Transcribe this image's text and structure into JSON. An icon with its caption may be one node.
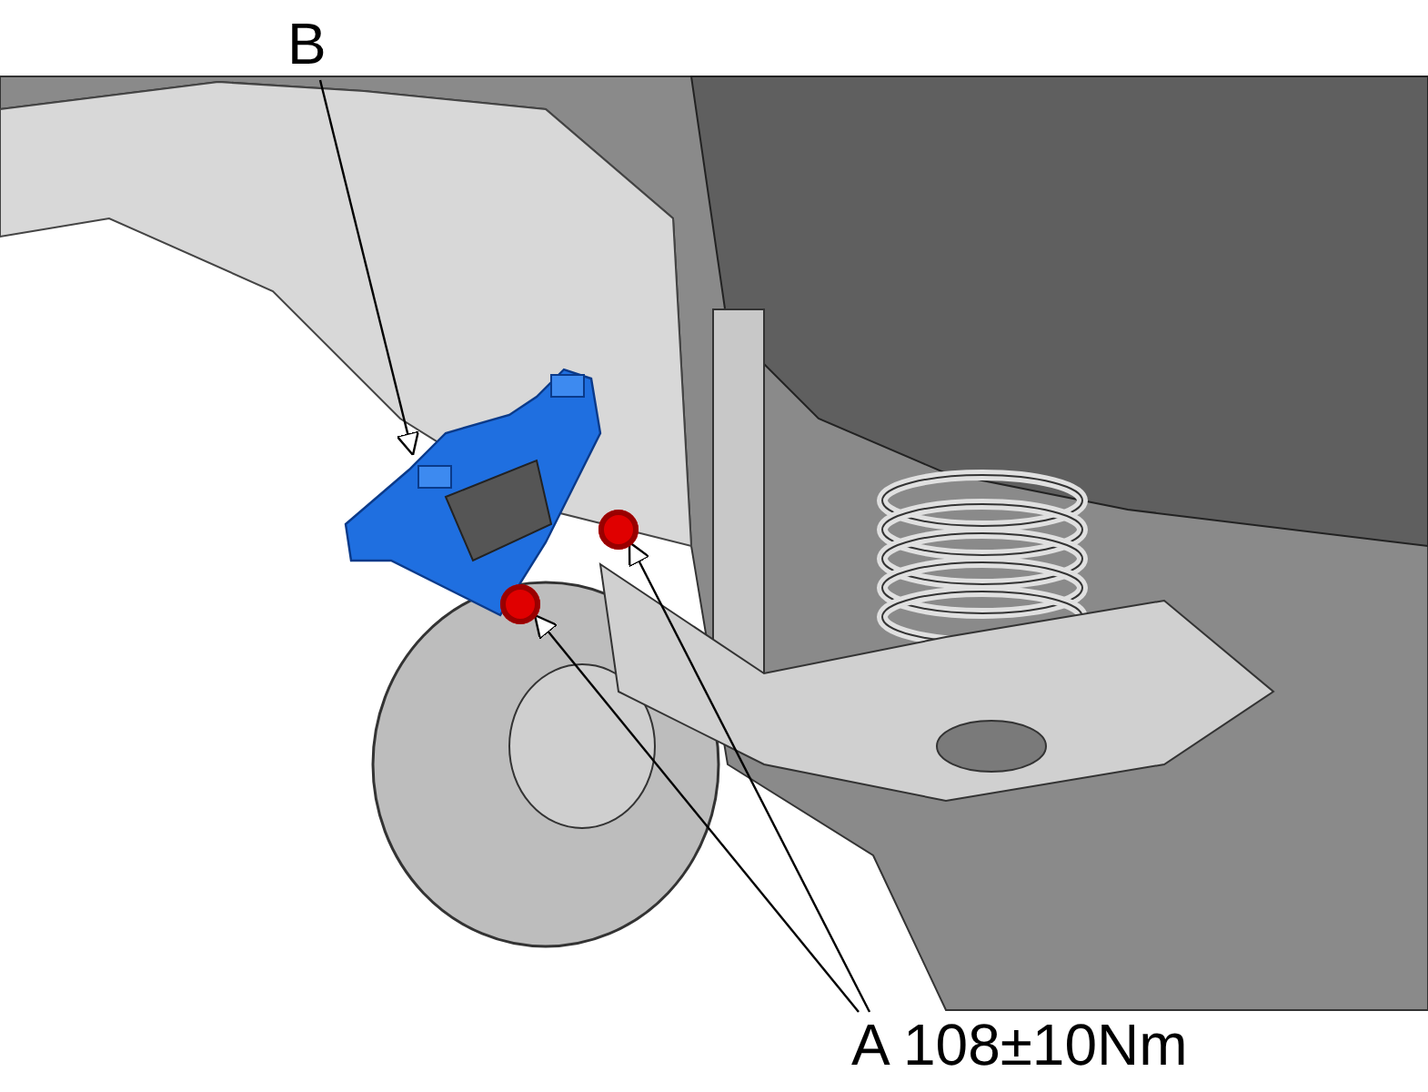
{
  "diagram": {
    "nodes": [
      {
        "text": [
          "B"
        ]
      },
      {
        "text": [],
        "shape": "picture"
      },
      {
        "text": [
          "A 108±10Nm"
        ]
      },
      {
        "text": [],
        "shape": "circle"
      },
      {
        "text": [],
        "shape": "circle"
      }
    ],
    "edges": [
      {
        "from": 0,
        "to": 1,
        "arrow": "to"
      },
      {
        "from": 2,
        "to": 3,
        "arrow": "to"
      },
      {
        "from": 2,
        "to": 4,
        "arrow": "to"
      }
    ]
  }
}
